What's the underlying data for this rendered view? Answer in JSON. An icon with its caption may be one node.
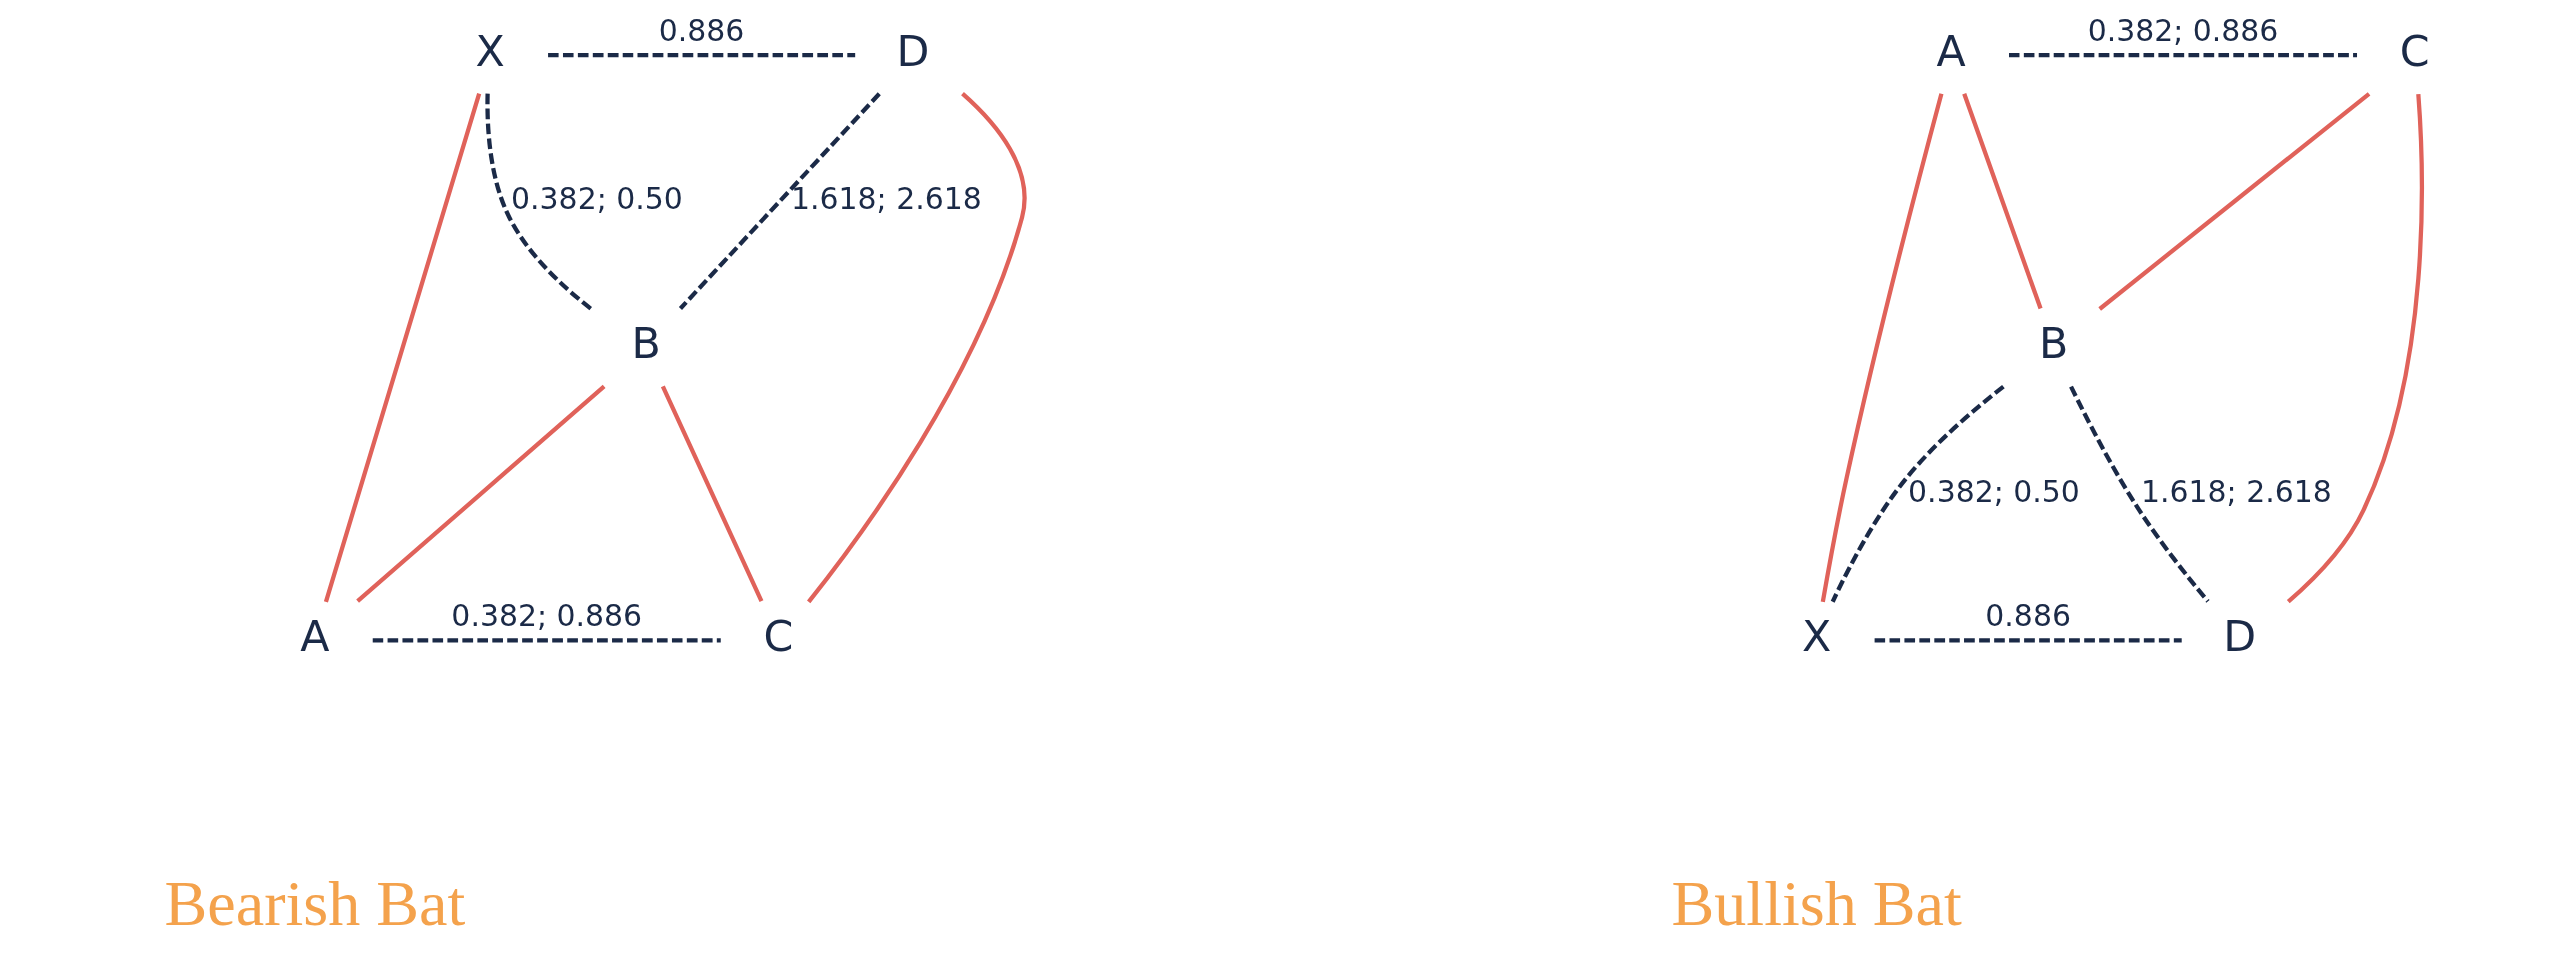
{
  "diagram": {
    "nodes": [
      {
        "text": [
          "X"
        ]
      },
      {
        "text": [
          "A"
        ]
      },
      {
        "text": [
          "B"
        ]
      },
      {
        "text": [
          "C"
        ]
      },
      {
        "text": [
          "D"
        ]
      },
      {
        "text": [
          "A"
        ]
      },
      {
        "text": [
          "C"
        ]
      },
      {
        "text": [
          "B"
        ]
      },
      {
        "text": [
          "X"
        ]
      },
      {
        "text": [
          "D"
        ]
      }
    ],
    "edges": [
      {
        "from": 0,
        "to": 1,
        "arrow": "none"
      },
      {
        "from": 1,
        "to": 2,
        "arrow": "none"
      },
      {
        "from": 2,
        "to": 3,
        "arrow": "none"
      },
      {
        "from": 3,
        "to": 4,
        "arrow": "none"
      },
      {
        "from": 0,
        "to": 4,
        "arrow": "none",
        "label": "0.886",
        "style": "dashed",
        "color": "#1b2a47"
      },
      {
        "from": 0,
        "to": 2,
        "arrow": "none",
        "label": "0.382; 0.50",
        "style": "dashed",
        "color": "#1b2a47"
      },
      {
        "from": 2,
        "to": 4,
        "arrow": "none",
        "label": "1.618; 2.618",
        "style": "dashed",
        "color": "#1b2a47"
      },
      {
        "from": 1,
        "to": 3,
        "arrow": "none",
        "label": "0.382; 0.886",
        "style": "dashed",
        "color": "#1b2a47"
      },
      {
        "from": 8,
        "to": 5,
        "arrow": "none"
      },
      {
        "from": 5,
        "to": 7,
        "arrow": "none"
      },
      {
        "from": 7,
        "to": 6,
        "arrow": "none"
      },
      {
        "from": 6,
        "to": 9,
        "arrow": "none"
      },
      {
        "from": 5,
        "to": 6,
        "arrow": "none",
        "label": "0.382; 0.886",
        "style": "dashed",
        "color": "#1b2a47"
      },
      {
        "from": 8,
        "to": 7,
        "arrow": "none",
        "label": "0.382; 0.50",
        "style": "dashed",
        "color": "#1b2a47"
      },
      {
        "from": 7,
        "to": 9,
        "arrow": "none",
        "label": "1.618; 2.618",
        "style": "dashed",
        "color": "#1b2a47"
      },
      {
        "from": 8,
        "to": 9,
        "arrow": "none",
        "label": "0.886",
        "style": "dashed",
        "color": "#1b2a47"
      }
    ],
    "labels": [
      "Bearish Bat",
      "Bullish Bat"
    ]
  }
}
